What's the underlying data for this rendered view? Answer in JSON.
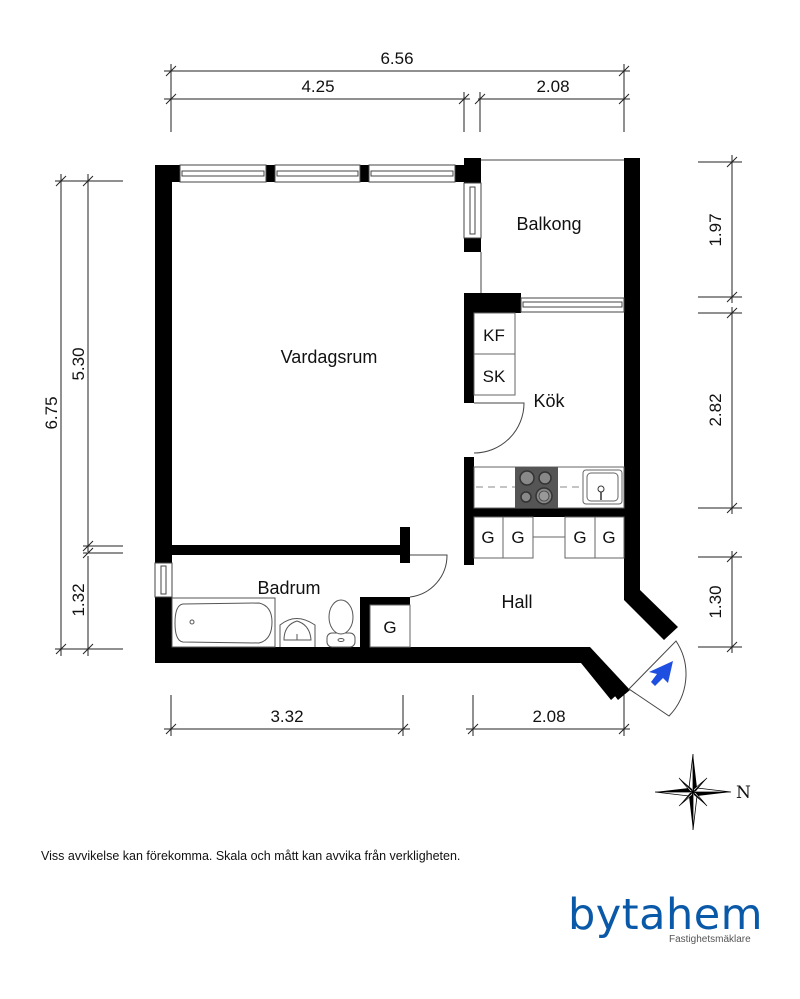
{
  "plan": {
    "dimensions": {
      "top_total": "6.56",
      "top_left": "4.25",
      "top_right": "2.08",
      "left_total": "6.75",
      "left_upper": "5.30",
      "left_lower": "1.32",
      "right_upper": "1.97",
      "right_middle": "2.82",
      "right_lower": "1.30",
      "bottom_left": "3.32",
      "bottom_right": "2.08"
    },
    "rooms": {
      "living_room": "Vardagsrum",
      "balcony": "Balkong",
      "kitchen": "Kök",
      "bathroom": "Badrum",
      "hall": "Hall"
    },
    "appliances": {
      "fridge_freezer": "KF",
      "cabinet": "SK",
      "wardrobe_1": "G",
      "wardrobe_2": "G",
      "wardrobe_3": "G",
      "wardrobe_4": "G",
      "wardrobe_5": "G"
    },
    "entrance_arrow_color": "#1f4fe0",
    "compass": {
      "north_label": "N"
    }
  },
  "footer": {
    "disclaimer": "Viss avvikelse kan förekomma. Skala och mått kan avvika från verkligheten.",
    "logo": {
      "name": "bytahem",
      "tagline": "Fastighetsmäklare",
      "color": "#0a59a8"
    }
  }
}
